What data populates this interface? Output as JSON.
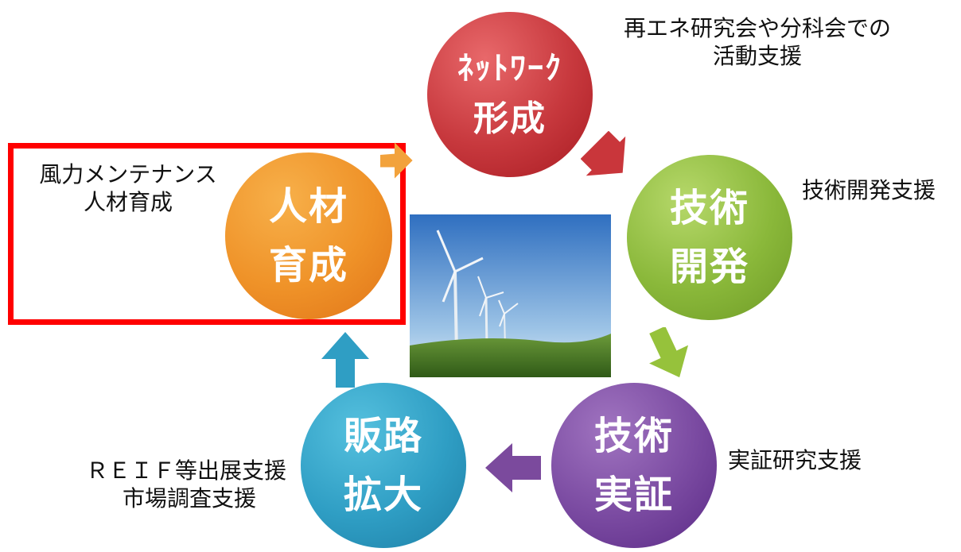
{
  "nodes": {
    "network": {
      "line1": "ﾈｯﾄﾜｰｸ",
      "line2": "形成",
      "color_light": "#e8686a",
      "color_dark": "#b01f25"
    },
    "tech_dev": {
      "line1": "技術",
      "line2": "開発",
      "color_light": "#b6d86a",
      "color_dark": "#6e9a26"
    },
    "demo": {
      "line1": "技術",
      "line2": "実証",
      "color_light": "#a074c0",
      "color_dark": "#5b2a86"
    },
    "sales": {
      "line1": "販路",
      "line2": "拡大",
      "color_light": "#55c0de",
      "color_dark": "#1e7fa6"
    },
    "hr": {
      "line1": "人材",
      "line2": "育成",
      "color_light": "#f7b04a",
      "color_dark": "#e07418"
    }
  },
  "labels": {
    "network": [
      "再エネ研究会や分科会での",
      "活動支援"
    ],
    "tech_dev": [
      "技術開発支援"
    ],
    "demo": [
      "実証研究支援"
    ],
    "sales": [
      "ＲＥＩＦ等出展支援",
      "市場調査支援"
    ],
    "hr": [
      "風力メンテナンス",
      "人材育成"
    ]
  },
  "highlight_color": "#ff0000"
}
